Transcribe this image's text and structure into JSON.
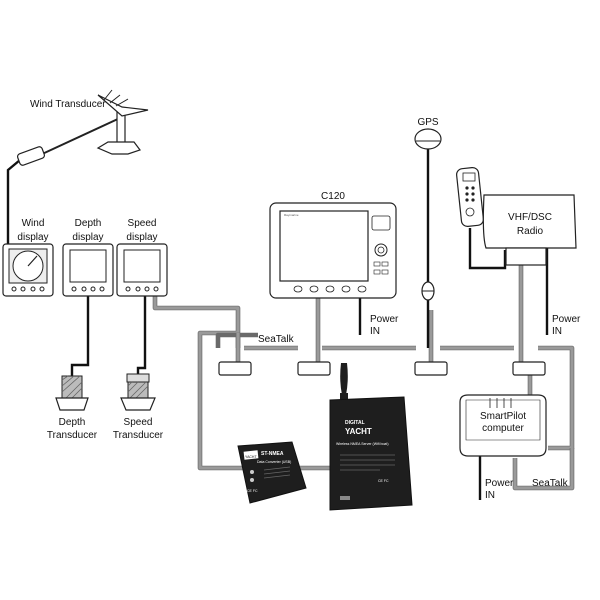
{
  "labels": {
    "wind_transducer": "Wind Transducer",
    "wind_display": [
      "Wind",
      "display"
    ],
    "depth_display": [
      "Depth",
      "display"
    ],
    "speed_display": [
      "Speed",
      "display"
    ],
    "depth_transducer": [
      "Depth",
      "Transducer"
    ],
    "speed_transducer": [
      "Speed",
      "Transducer"
    ],
    "c120": "C120",
    "gps": "GPS",
    "vhf_radio": [
      "VHF/DSC",
      "Radio"
    ],
    "power_c120": [
      "Power",
      "IN"
    ],
    "power_vhf": [
      "Power",
      "IN"
    ],
    "power_smartpilot": [
      "Power",
      "IN"
    ],
    "seatalk_top": "SeaTalk",
    "seatalk_bottom": "SeaTalk",
    "smartpilot": [
      "SmartPilot",
      "computer"
    ]
  },
  "devices": {
    "converter": {
      "brand": "YACHT",
      "title": "ST-NMEA",
      "subtitle": "Data Converter (USB)",
      "ce": "CE FC"
    },
    "wifi_server": {
      "brand_top": "DIGITAL",
      "brand": "YACHT",
      "subtitle": "Wireless NMEA Server (Wifi boat)",
      "ce": "CE FC"
    },
    "plotter_brand": "Raymarine"
  },
  "colors": {
    "cable": "#9a9a9a",
    "wire": "#111111",
    "device_dark": "#1e1e1e",
    "outline": "#222222"
  }
}
